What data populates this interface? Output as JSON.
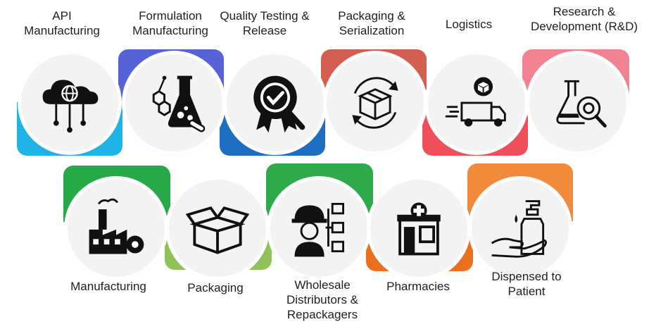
{
  "top_row": [
    {
      "label": "API\nManufacturing",
      "icon": "cloud-network-icon",
      "color": "#1fb3e6"
    },
    {
      "label": "Formulation\nManufacturing",
      "icon": "chemistry-flask-icon",
      "color": "#5563d6"
    },
    {
      "label": "Quality Testing &\nRelease",
      "icon": "quality-badge-icon",
      "color": "#1e6fc2"
    },
    {
      "label": "Packaging &\nSerialization",
      "icon": "box-cycle-icon",
      "color": "#d25f52"
    },
    {
      "label": "Logistics",
      "icon": "delivery-truck-icon",
      "color": "#ef4f5a"
    },
    {
      "label": "Research &\nDevelopment (R&D)",
      "icon": "flask-gear-icon",
      "color": "#f0838f"
    }
  ],
  "bottom_row": [
    {
      "label": "Manufacturing",
      "icon": "factory-icon",
      "color": "#28a948"
    },
    {
      "label": "Packaging",
      "icon": "open-box-icon",
      "color": "#8fc258"
    },
    {
      "label": "Wholesale\nDistributors &\nRepackagers",
      "icon": "worker-boxes-icon",
      "color": "#2faa4a"
    },
    {
      "label": "Pharmacies",
      "icon": "pharmacy-store-icon",
      "color": "#ec6f1e"
    },
    {
      "label": "Dispensed to\nPatient",
      "icon": "hand-dispenser-icon",
      "color": "#f28a3b"
    }
  ]
}
